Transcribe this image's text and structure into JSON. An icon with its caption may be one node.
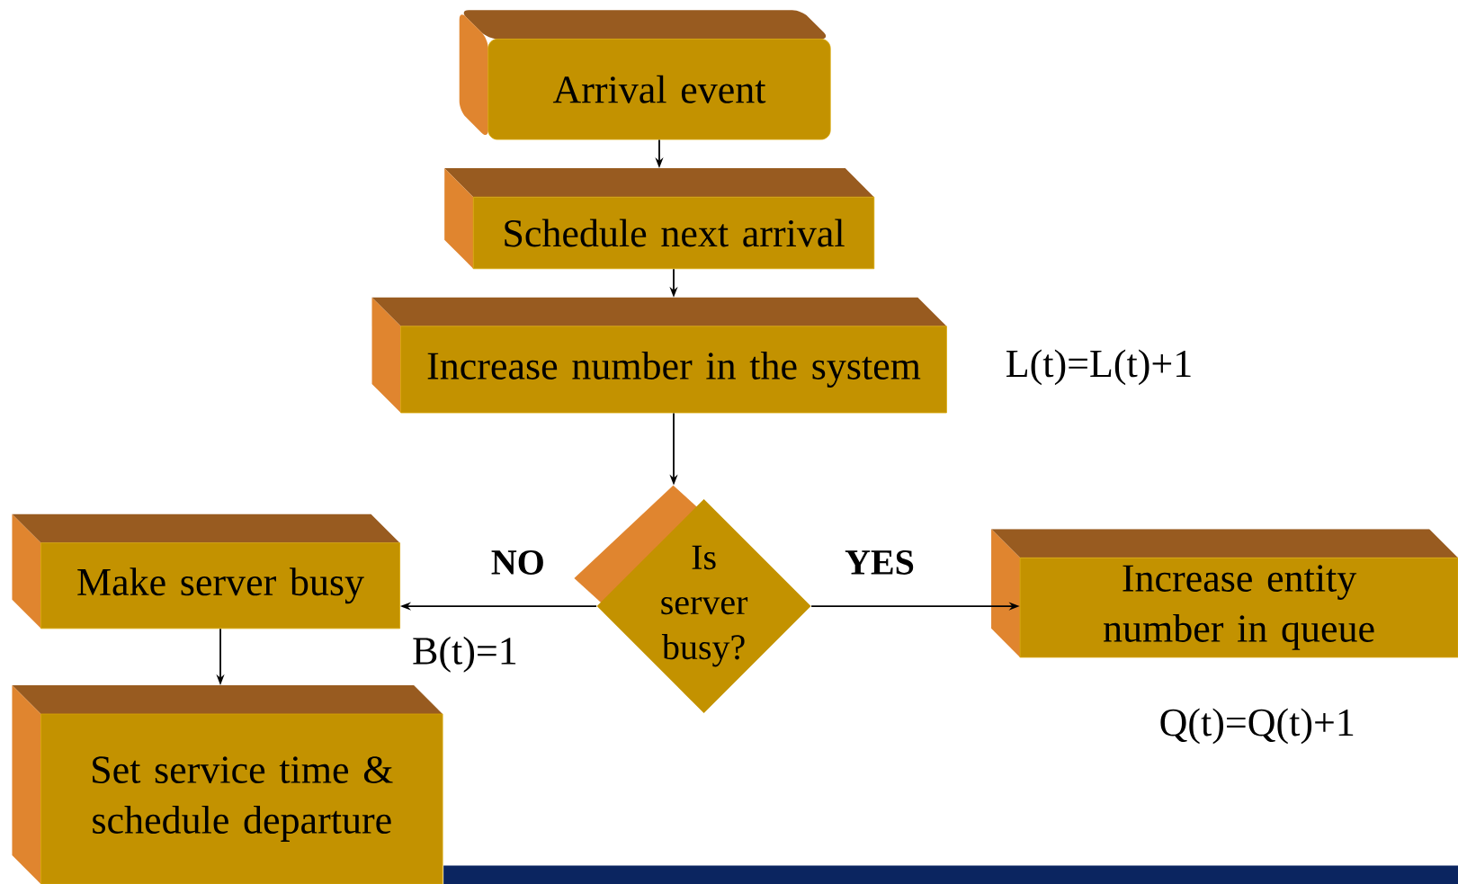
{
  "diagram": {
    "nodes": [
      {
        "text": [
          "Arrival event"
        ]
      },
      {
        "text": [
          "Schedule next arrival"
        ]
      },
      {
        "text": [
          "Increase number in the system"
        ]
      },
      {
        "text": [
          "Is server busy?"
        ]
      },
      {
        "text": [
          "Make server busy"
        ]
      },
      {
        "text": [
          "Set service time & schedule departure"
        ]
      },
      {
        "text": [
          "Increase entity number in queue"
        ]
      }
    ],
    "edges": [
      {
        "from": 0,
        "to": 1,
        "arrow": "to"
      },
      {
        "from": 1,
        "to": 2,
        "arrow": "to"
      },
      {
        "from": 2,
        "to": 3,
        "arrow": "to"
      },
      {
        "from": 3,
        "to": 4,
        "arrow": "to",
        "label": "NO"
      },
      {
        "from": 3,
        "to": 6,
        "arrow": "to",
        "label": "YES"
      },
      {
        "from": 4,
        "to": 5,
        "arrow": "to"
      }
    ],
    "labels": [
      "L(t)=L(t)+1",
      "B(t)=1",
      "Q(t)=Q(t)+1"
    ]
  }
}
